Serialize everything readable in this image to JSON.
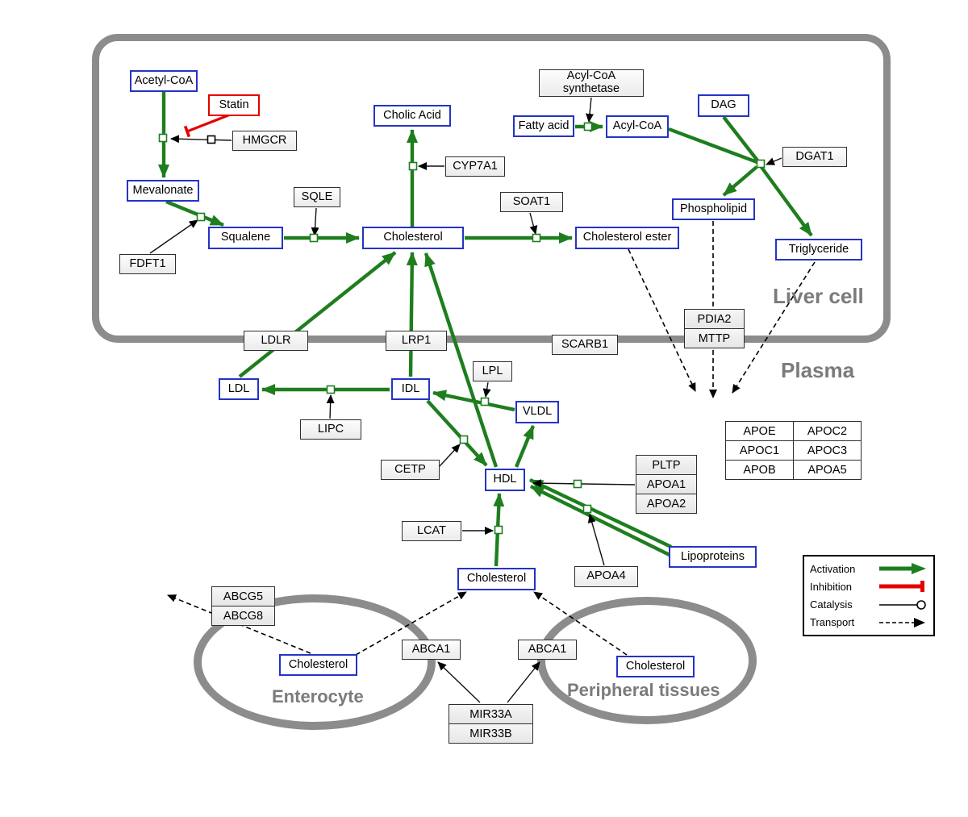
{
  "regions": {
    "liver": "Liver cell",
    "plasma": "Plasma",
    "enterocyte": "Enterocyte",
    "peripheral": "Peripheral tissues"
  },
  "nodes": {
    "acetyl_coa": "Acetyl-CoA",
    "statin": "Statin",
    "hmgcr": "HMGCR",
    "mevalonate": "Mevalonate",
    "fdft1": "FDFT1",
    "squalene": "Squalene",
    "sqle": "SQLE",
    "cholesterol_liver": "Cholesterol",
    "cholic_acid": "Cholic Acid",
    "cyp7a1": "CYP7A1",
    "soat1": "SOAT1",
    "cholesterol_ester": "Cholesterol ester",
    "acyl_coa_synthetase_1": "Acyl-CoA",
    "acyl_coa_synthetase_2": "synthetase",
    "fatty_acid": "Fatty acid",
    "acyl_coa": "Acyl-CoA",
    "dag": "DAG",
    "dgat1": "DGAT1",
    "phospholipid": "Phospholipid",
    "triglyceride": "Triglyceride",
    "ldlr": "LDLR",
    "lrp1": "LRP1",
    "scarb1": "SCARB1",
    "pdia2": "PDIA2",
    "mttp": "MTTP",
    "ldl": "LDL",
    "idl": "IDL",
    "lipc": "LIPC",
    "lpl": "LPL",
    "vldl": "VLDL",
    "cetp": "CETP",
    "hdl": "HDL",
    "lcat": "LCAT",
    "pltp": "PLTP",
    "apoa1": "APOA1",
    "apoa2": "APOA2",
    "apoa4": "APOA4",
    "lipoproteins": "Lipoproteins",
    "cholesterol_plasma": "Cholesterol",
    "abcg5": "ABCG5",
    "abcg8": "ABCG8",
    "cholesterol_enterocyte": "Cholesterol",
    "abca1_left": "ABCA1",
    "abca1_right": "ABCA1",
    "cholesterol_peripheral": "Cholesterol",
    "mir33a": "MIR33A",
    "mir33b": "MIR33B"
  },
  "apo_table": {
    "rows": [
      [
        "APOE",
        "APOC2"
      ],
      [
        "APOC1",
        "APOC3"
      ],
      [
        "APOB",
        "APOA5"
      ]
    ]
  },
  "legend": {
    "activation": "Activation",
    "inhibition": "Inhibition",
    "catalysis": "Catalysis",
    "transport": "Transport"
  },
  "colors": {
    "activation_green": "#1e7e1e",
    "inhibition_red": "#e60000",
    "metabolite_border_blue": "#2533c4",
    "gene_border": "#2e2e2e",
    "membrane_gray": "#8c8c8c",
    "region_label_gray": "#7b7b7b"
  }
}
